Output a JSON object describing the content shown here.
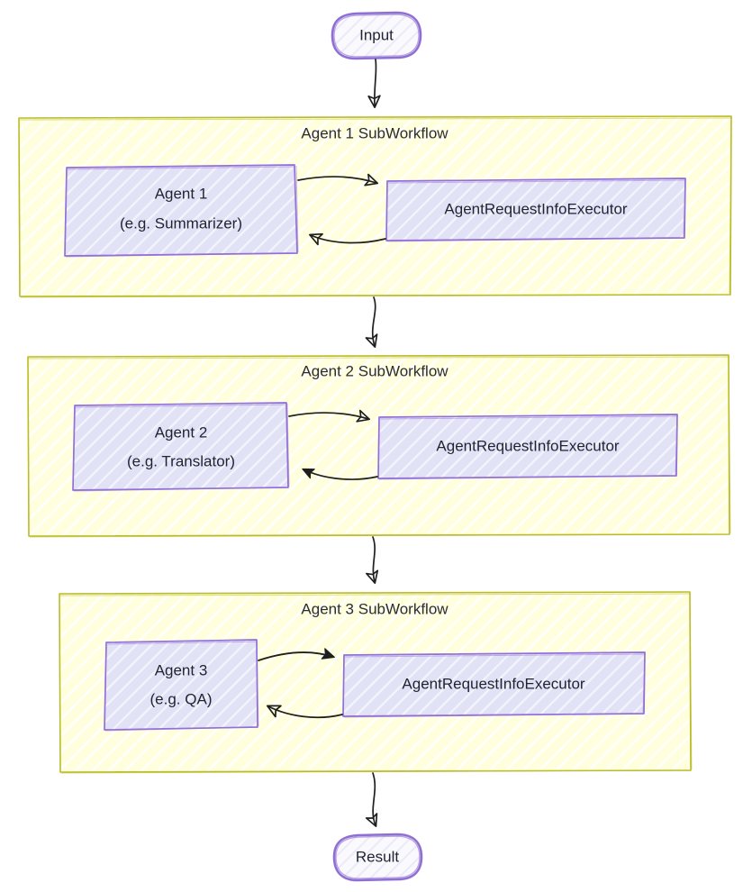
{
  "diagram": {
    "type": "flowchart",
    "direction": "top-to-bottom",
    "title_visible": false,
    "style": "hand-drawn-sketch",
    "colors": {
      "cluster_fill": "#ffffde",
      "cluster_stroke": "#bbbb2a",
      "cluster_hatch": "#ffffff",
      "node_fill": "#e2e2f6",
      "node_stroke": "#9370d8",
      "node_hatch": "#f2f2fc",
      "terminal_fill": "#f3f1fb",
      "terminal_stroke": "#8f6fd4",
      "edge_stroke": "#1f1f1f",
      "text": "#1f2430",
      "background": "#ffffff"
    }
  },
  "terminals": {
    "start": {
      "label": "Input",
      "shape": "stadium"
    },
    "end": {
      "label": "Result",
      "shape": "stadium"
    }
  },
  "clusters": [
    {
      "id": "sub1",
      "label": "Agent 1 SubWorkflow",
      "nodes": [
        {
          "id": "agent1",
          "label_line1": "Agent 1",
          "label_line2": "(e.g. Summarizer)"
        },
        {
          "id": "exec1",
          "label_line1": "AgentRequestInfoExecutor",
          "label_line2": ""
        }
      ],
      "edges": [
        {
          "from": "agent1",
          "to": "exec1",
          "arrowhead": "open"
        },
        {
          "from": "exec1",
          "to": "agent1",
          "arrowhead": "open"
        }
      ]
    },
    {
      "id": "sub2",
      "label": "Agent 2 SubWorkflow",
      "nodes": [
        {
          "id": "agent2",
          "label_line1": "Agent 2",
          "label_line2": "(e.g. Translator)"
        },
        {
          "id": "exec2",
          "label_line1": "AgentRequestInfoExecutor",
          "label_line2": ""
        }
      ],
      "edges": [
        {
          "from": "agent2",
          "to": "exec2",
          "arrowhead": "open"
        },
        {
          "from": "exec2",
          "to": "agent2",
          "arrowhead": "filled"
        }
      ]
    },
    {
      "id": "sub3",
      "label": "Agent 3 SubWorkflow",
      "nodes": [
        {
          "id": "agent3",
          "label_line1": "Agent 3",
          "label_line2": "(e.g. QA)"
        },
        {
          "id": "exec3",
          "label_line1": "AgentRequestInfoExecutor",
          "label_line2": ""
        }
      ],
      "edges": [
        {
          "from": "agent3",
          "to": "exec3",
          "arrowhead": "filled"
        },
        {
          "from": "exec3",
          "to": "agent3",
          "arrowhead": "open"
        }
      ]
    }
  ],
  "flow_edges": [
    {
      "from": "start",
      "to": "sub1",
      "arrowhead": "open"
    },
    {
      "from": "sub1",
      "to": "sub2",
      "arrowhead": "open"
    },
    {
      "from": "sub2",
      "to": "sub3",
      "arrowhead": "open"
    },
    {
      "from": "sub3",
      "to": "end",
      "arrowhead": "open"
    }
  ]
}
